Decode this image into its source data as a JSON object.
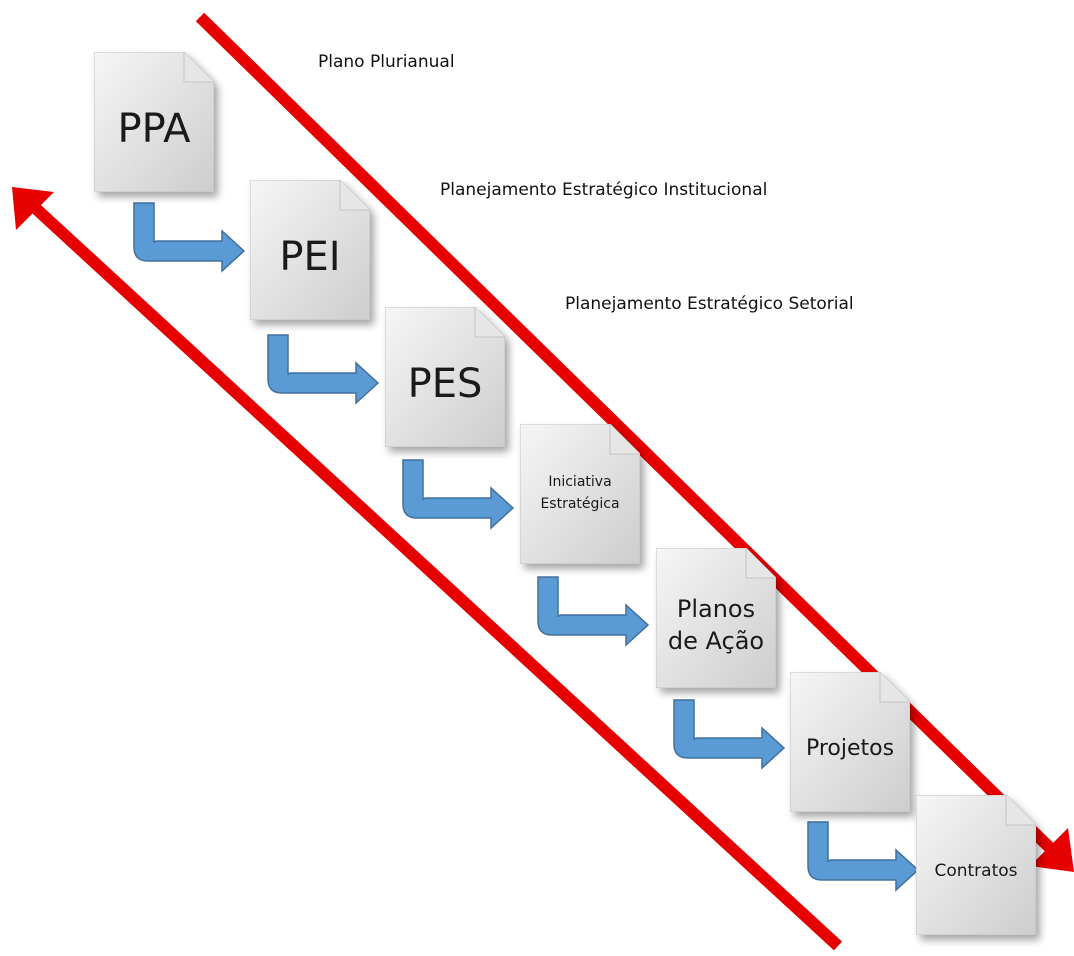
{
  "levels": [
    {
      "name": "Plano Plurianual"
    },
    {
      "name": "Planejamento Estratégico Institucional"
    },
    {
      "name": "Planejamento Estratégico Setorial"
    }
  ],
  "documents": [
    {
      "label": "PPA"
    },
    {
      "label": "PEI"
    },
    {
      "label": "PES"
    },
    {
      "label": "Iniciativa\nEstratégica"
    },
    {
      "label": "Planos\nde Ação"
    },
    {
      "label": "Projetos"
    },
    {
      "label": "Contratos"
    }
  ],
  "colors": {
    "arrow_red": "#e60000",
    "flow_blue": "#5b9bd5",
    "flow_blue_dark": "#41719c",
    "doc_light": "#f4f4f4",
    "doc_dark": "#cfcfcf"
  }
}
